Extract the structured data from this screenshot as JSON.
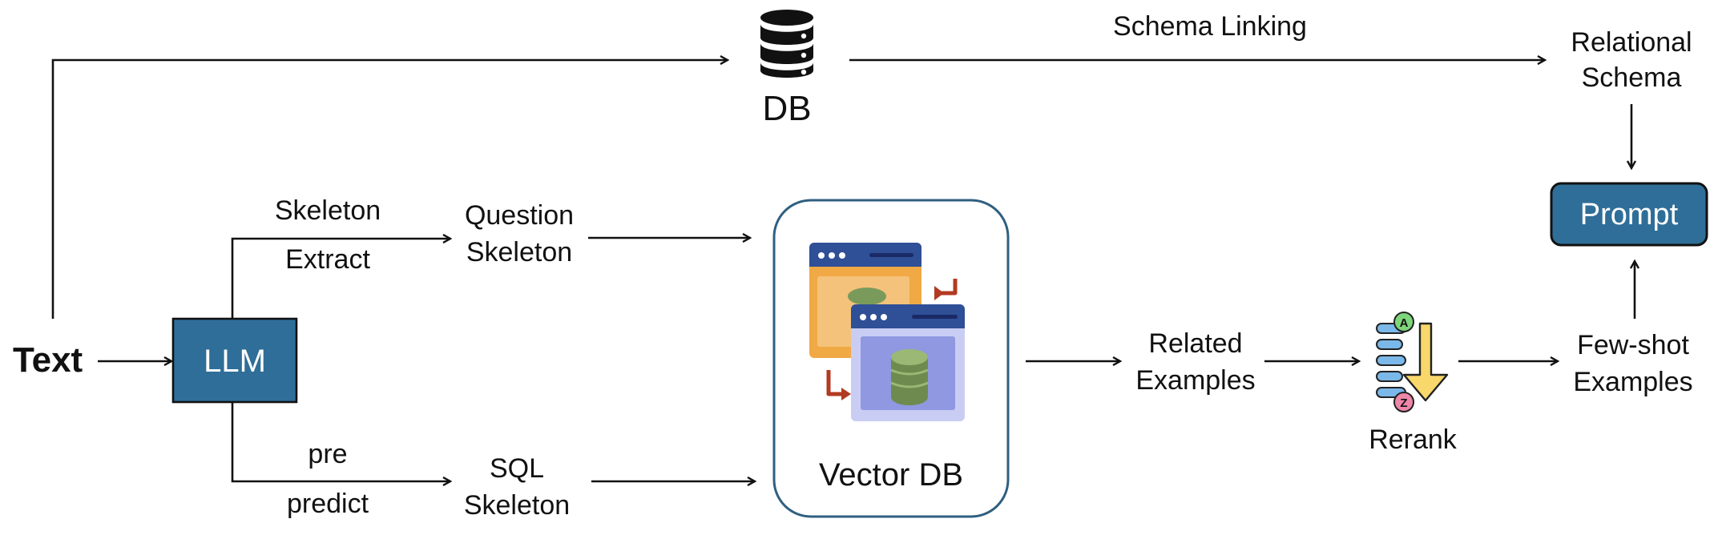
{
  "nodes": {
    "text": "Text",
    "llm": "LLM",
    "db": "DB",
    "vector_db": "Vector DB",
    "prompt": "Prompt",
    "rerank": "Rerank",
    "question_skeleton": [
      "Question",
      "Skeleton"
    ],
    "sql_skeleton": [
      "SQL",
      "Skeleton"
    ],
    "related_examples": [
      "Related",
      "Examples"
    ],
    "few_shot_examples": [
      "Few-shot",
      "Examples"
    ],
    "relational_schema": [
      "Relational",
      "Schema"
    ]
  },
  "edges": {
    "schema_linking": "Schema Linking",
    "skeleton_extract": [
      "Skeleton",
      "Extract"
    ],
    "pre_predict": [
      "pre",
      "predict"
    ]
  },
  "icons": {
    "db": "database-icon",
    "vector_db": "vector-database-icon",
    "rerank": "rerank-sort-icon"
  },
  "colors": {
    "llm_box": "#2f6e98",
    "prompt_box": "#2f6e98",
    "vector_db_border": "#2f5f80",
    "arrow": "#111111"
  }
}
